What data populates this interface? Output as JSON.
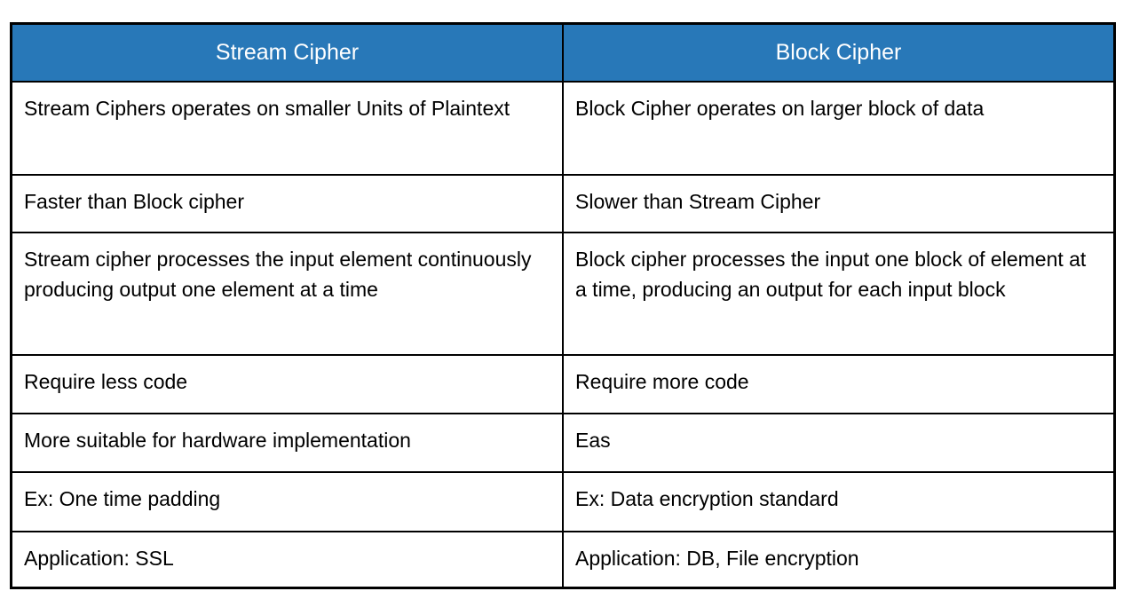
{
  "table": {
    "title": "Stream Cipher vs Block Cipher comparison",
    "colors": {
      "header_bg": "#2878B8",
      "header_text": "#FFFFFF",
      "border": "#000000",
      "body_text": "#000000",
      "page_bg": "#FFFFFF"
    },
    "headers": {
      "stream": "Stream Cipher",
      "block": "Block Cipher"
    },
    "rows": [
      {
        "stream": "Stream Ciphers operates on smaller Units of Plaintext",
        "block": "Block Cipher operates on larger block of data"
      },
      {
        "stream": "Faster than Block cipher",
        "block": "Slower than Stream Cipher"
      },
      {
        "stream": "Stream cipher processes the input element continuously producing output one element at a time",
        "block": "Block cipher processes the input one block of element at a time, producing an output for each input block"
      },
      {
        "stream": "Require less code",
        "block": "Require more code"
      },
      {
        "stream": "More suitable for hardware implementation",
        "block": "Eas"
      },
      {
        "stream": "Ex: One time padding",
        "block": "Ex: Data encryption standard"
      },
      {
        "stream": "Application: SSL",
        "block": "Application: DB, File encryption"
      }
    ]
  }
}
